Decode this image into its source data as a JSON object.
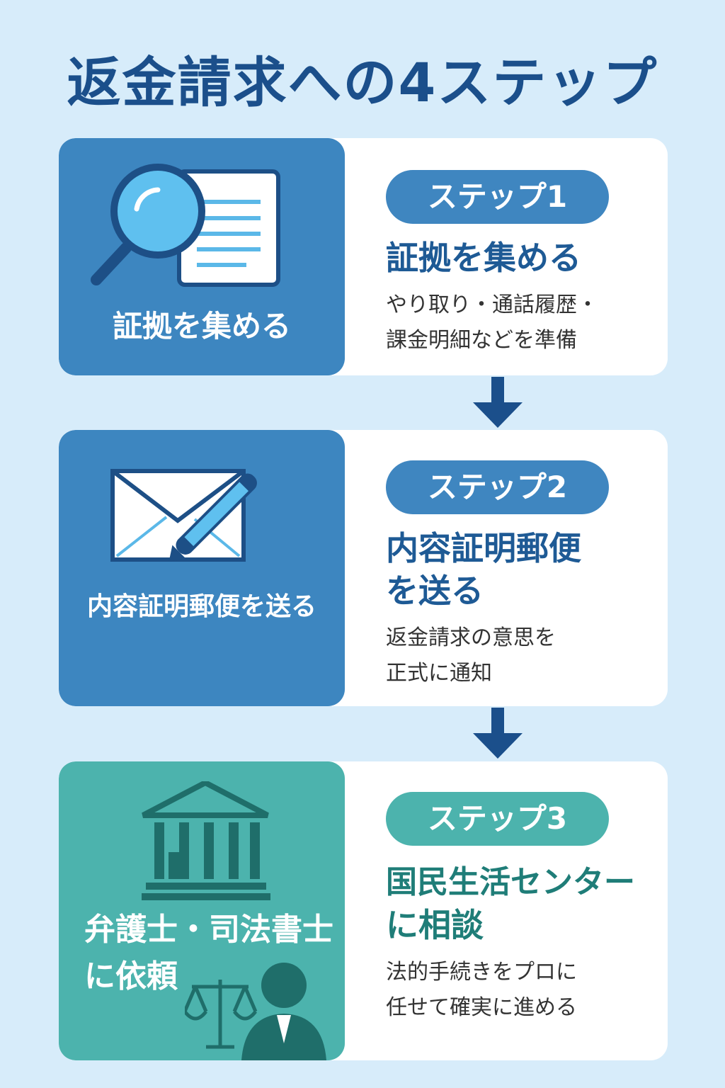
{
  "title": "返金請求への4ステップ",
  "steps": [
    {
      "left_label": "証拠を集める",
      "pill": "ステップ1",
      "heading": [
        "証拠を集める"
      ],
      "body": [
        "やり取り・通話履歴・",
        "課金明細などを準備"
      ],
      "icon": "magnifier-document-icon"
    },
    {
      "left_label": "内容証明郵便を送る",
      "pill": "ステップ2",
      "heading": [
        "内容証明郵便",
        "を送る"
      ],
      "body": [
        "返金請求の意思を",
        "正式に通知"
      ],
      "icon": "envelope-pen-icon"
    },
    {
      "left_label": [
        "弁護士・司法書士",
        "に依頼"
      ],
      "pill": "ステップ3",
      "heading": [
        "国民生活センター",
        "に相談"
      ],
      "body": [
        "法的手続きをプロに",
        "任せて確実に進める"
      ],
      "icon": "courthouse-lawyer-icon"
    }
  ],
  "colors": {
    "blue": "#3d86c0",
    "teal": "#4cb3ad",
    "navy": "#1b4f8b",
    "background": "#d7ecfa"
  }
}
